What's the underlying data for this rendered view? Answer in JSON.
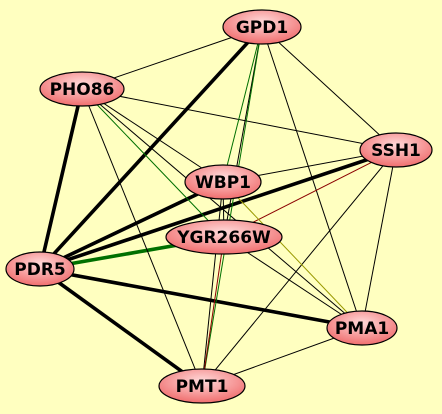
{
  "graph": {
    "background": "#ffffc0",
    "node_fill_light": "#ffd9d9",
    "node_fill_dark": "#f06e6e",
    "nodes": [
      {
        "id": "GPD1",
        "label": "GPD1"
      },
      {
        "id": "PHO86",
        "label": "PHO86"
      },
      {
        "id": "SSH1",
        "label": "SSH1"
      },
      {
        "id": "WBP1",
        "label": "WBP1"
      },
      {
        "id": "YGR266W",
        "label": "YGR266W"
      },
      {
        "id": "PDR5",
        "label": "PDR5"
      },
      {
        "id": "PMA1",
        "label": "PMA1"
      },
      {
        "id": "PMT1",
        "label": "PMT1"
      }
    ],
    "edges": [
      {
        "source": "PHO86",
        "target": "PDR5",
        "color": "#000000",
        "weight": "thick"
      },
      {
        "source": "GPD1",
        "target": "PDR5",
        "color": "#000000",
        "weight": "thick"
      },
      {
        "source": "SSH1",
        "target": "PDR5",
        "color": "#000000",
        "weight": "thick"
      },
      {
        "source": "WBP1",
        "target": "PDR5",
        "color": "#000000",
        "weight": "thick"
      },
      {
        "source": "YGR266W",
        "target": "PDR5",
        "color": "#007000",
        "weight": "thick"
      },
      {
        "source": "PDR5",
        "target": "PMA1",
        "color": "#000000",
        "weight": "thick"
      },
      {
        "source": "PDR5",
        "target": "PMT1",
        "color": "#000000",
        "weight": "thick"
      },
      {
        "source": "PHO86",
        "target": "GPD1",
        "color": "#000000",
        "weight": "thin"
      },
      {
        "source": "PHO86",
        "target": "SSH1",
        "color": "#000000",
        "weight": "thin"
      },
      {
        "source": "PHO86",
        "target": "WBP1",
        "color": "#000000",
        "weight": "thin"
      },
      {
        "source": "PHO86",
        "target": "YGR266W",
        "color": "#007000",
        "weight": "thin"
      },
      {
        "source": "PHO86",
        "target": "PMA1",
        "color": "#000000",
        "weight": "thin"
      },
      {
        "source": "PHO86",
        "target": "PMT1",
        "color": "#000000",
        "weight": "thin"
      },
      {
        "source": "GPD1",
        "target": "SSH1",
        "color": "#000000",
        "weight": "thin"
      },
      {
        "source": "GPD1",
        "target": "WBP1",
        "color": "#007000",
        "weight": "thin"
      },
      {
        "source": "GPD1",
        "target": "YGR266W",
        "color": "#000000",
        "weight": "thin"
      },
      {
        "source": "GPD1",
        "target": "PMA1",
        "color": "#000000",
        "weight": "thin"
      },
      {
        "source": "GPD1",
        "target": "PMT1",
        "color": "#007000",
        "weight": "thin"
      },
      {
        "source": "SSH1",
        "target": "WBP1",
        "color": "#000000",
        "weight": "thin"
      },
      {
        "source": "SSH1",
        "target": "YGR266W",
        "color": "#8b0000",
        "weight": "thin"
      },
      {
        "source": "SSH1",
        "target": "PMA1",
        "color": "#000000",
        "weight": "thin"
      },
      {
        "source": "SSH1",
        "target": "PMT1",
        "color": "#000000",
        "weight": "thin"
      },
      {
        "source": "WBP1",
        "target": "YGR266W",
        "color": "#000000",
        "weight": "thin"
      },
      {
        "source": "WBP1",
        "target": "PMA1",
        "color": "#999900",
        "weight": "thin"
      },
      {
        "source": "WBP1",
        "target": "PMT1",
        "color": "#000000",
        "weight": "thin"
      },
      {
        "source": "YGR266W",
        "target": "PMA1",
        "color": "#000000",
        "weight": "thin"
      },
      {
        "source": "YGR266W",
        "target": "PMT1",
        "color": "#8b0000",
        "weight": "thin"
      },
      {
        "source": "PMA1",
        "target": "PMT1",
        "color": "#000000",
        "weight": "thin"
      }
    ]
  }
}
